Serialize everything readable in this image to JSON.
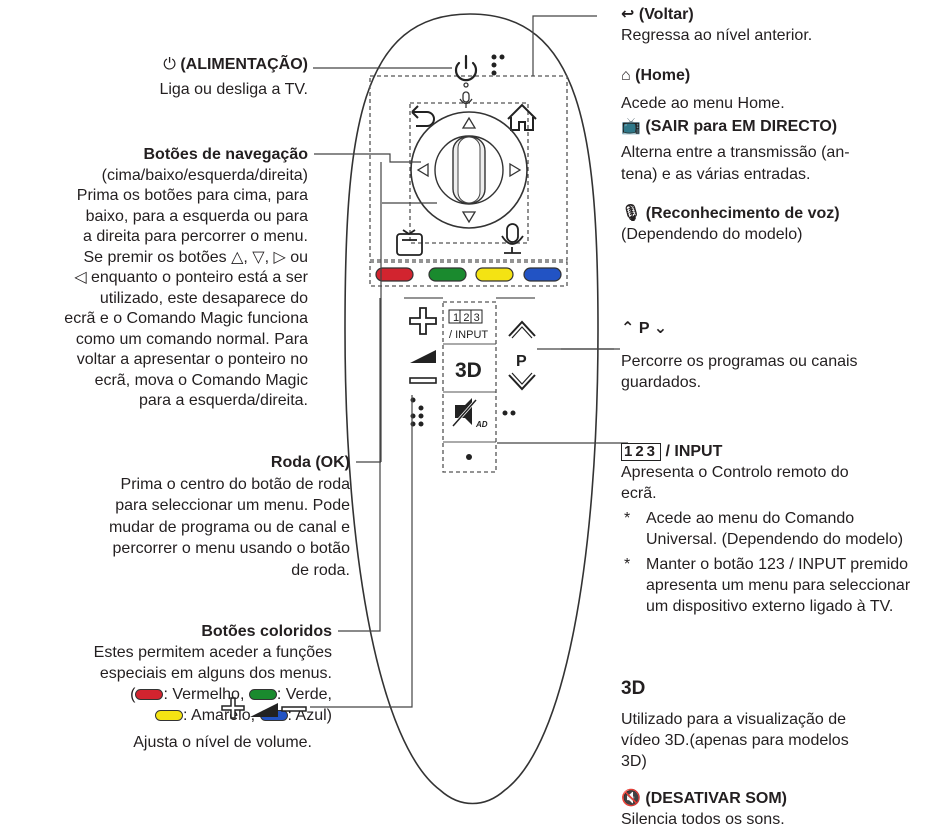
{
  "power": {
    "title": "(ALIMENTAÇÃO)",
    "desc": "Liga ou desliga a TV."
  },
  "nav": {
    "title": "Botões de navegação",
    "lines": [
      "(cima/baixo/esquerda/direita)",
      "Prima os botões para cima, para",
      "baixo, para a esquerda ou para",
      "a direita para percorrer o menu.",
      "Se premir os botões △, ▽, ▷ ou",
      "◁ enquanto o ponteiro está a ser",
      "utilizado, este desaparece do",
      "ecrã e o Comando Magic funciona",
      "como um comando normal. Para",
      "voltar a apresentar o ponteiro no",
      "ecrã, mova o Comando Magic",
      "para a esquerda/direita."
    ]
  },
  "wheel": {
    "title": "Roda (OK)",
    "lines": [
      "Prima o centro do botão de roda",
      "para seleccionar um menu. Pode",
      "mudar de programa ou de canal e",
      "percorrer o menu usando o botão",
      "de roda."
    ]
  },
  "colors": {
    "title": "Botões coloridos",
    "lines": [
      "Estes permitem aceder a funções",
      "especiais em alguns dos menus."
    ],
    "items": [
      {
        "name": ": Vermelho,",
        "color": "#d2242f"
      },
      {
        "name": ": Verde,",
        "color": "#1a8a2e"
      },
      {
        "name": ": Amarelo,",
        "color": "#f4e313"
      },
      {
        "name": ": Azul)",
        "color": "#2253c4"
      }
    ],
    "open": "(",
    "close": ""
  },
  "volume": {
    "desc": "Ajusta o nível de volume."
  },
  "back": {
    "title": "(Voltar)",
    "desc": "Regressa ao nível anterior."
  },
  "home": {
    "title": "(Home)",
    "desc": "Acede ao menu Home."
  },
  "live": {
    "title": "(SAIR para EM DIRECTO)",
    "lines": [
      "Alterna entre a transmissão (an-",
      "tena) e as várias entradas."
    ]
  },
  "voice": {
    "title": "(Reconhecimento de voz)",
    "desc": "(Dependendo do modelo)"
  },
  "program": {
    "title": "P",
    "lines": [
      "Percorre os programas ou canais",
      "guardados."
    ]
  },
  "input": {
    "digits": "123",
    "title": "/ INPUT",
    "lines": [
      "Apresenta o Controlo remoto do",
      "ecrã."
    ],
    "notes": [
      "Acede ao menu do Comando Universal. (Dependendo do modelo)",
      "Manter o botão 123 / INPUT premido apresenta um menu para seleccionar um dispositivo externo ligado à TV."
    ],
    "note_star": "*"
  },
  "three_d": {
    "title": "3D",
    "lines": [
      "Utilizado para a visualização de",
      "vídeo 3D.(apenas para modelos",
      "3D)"
    ]
  },
  "mute": {
    "title": "(DESATIVAR SOM)",
    "desc": "Silencia todos os sons."
  },
  "remote": {
    "p_label": "P",
    "input_label": "/ INPUT",
    "digits": "123",
    "three_d": "3D",
    "ad": "AD"
  }
}
